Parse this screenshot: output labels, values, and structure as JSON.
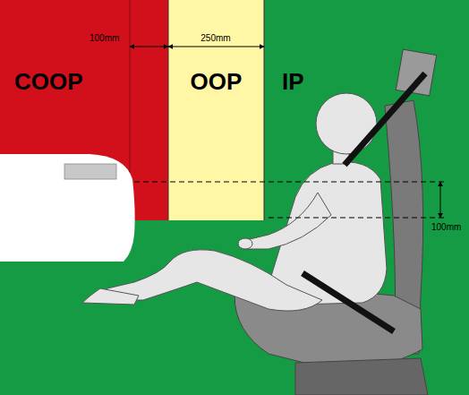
{
  "diagram": {
    "nodes": [
      {
        "text": [
          "COOP"
        ]
      },
      {
        "text": [
          "OOP"
        ]
      },
      {
        "text": [
          "IP"
        ]
      }
    ],
    "labels": [
      "100mm",
      "250mm",
      "100mm"
    ]
  }
}
